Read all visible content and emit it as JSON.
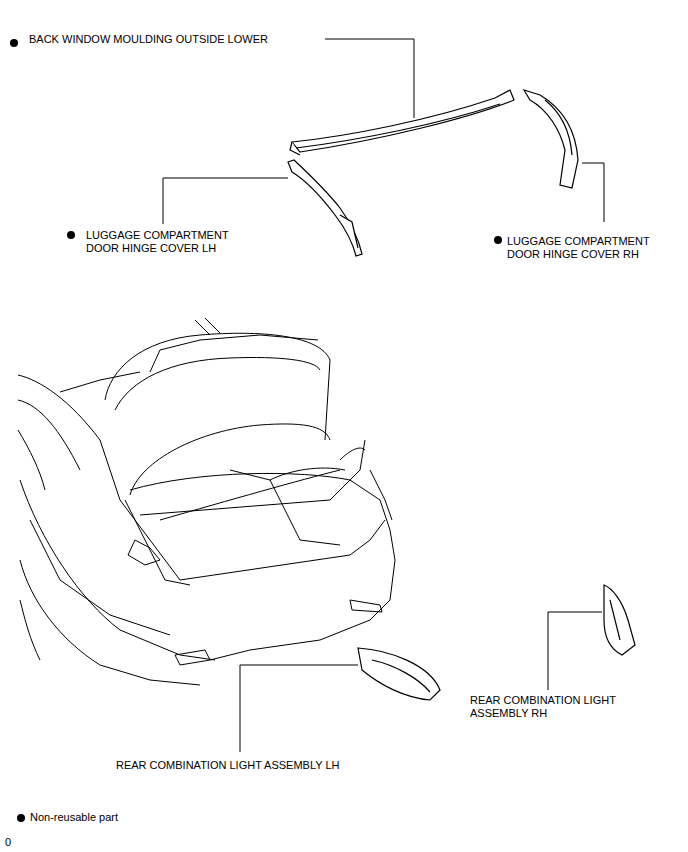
{
  "diagram": {
    "labels": [
      "BACK WINDOW MOULDING OUTSIDE LOWER",
      "LUGGAGE COMPARTMENT DOOR HINGE COVER LH",
      "LUGGAGE COMPARTMENT DOOR HINGE COVER RH",
      "REAR COMBINATION LIGHT ASSEMBLY RH",
      "REAR COMBINATION LIGHT ASSEMBLY LH",
      "0"
    ],
    "legend": [
      {
        "text": "Non-reusable part"
      }
    ]
  }
}
